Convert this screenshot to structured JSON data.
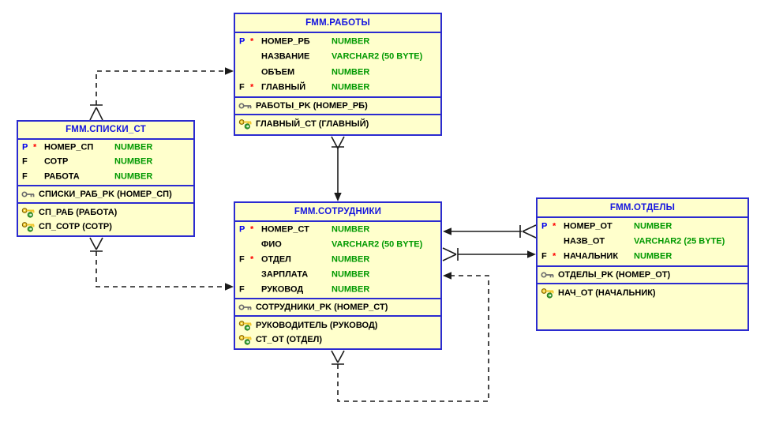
{
  "diagram": {
    "colors": {
      "table_fill": "#FFFFCC",
      "table_border": "#2B2BD0",
      "title_text": "#1515DF",
      "column_name": "#000000",
      "column_type": "#009900",
      "required_marker": "#FF0000",
      "relationship_line": "#1b1b1b"
    },
    "marker_colors": {
      "P": "#0000EE",
      "F": "#000000"
    }
  },
  "tables": [
    {
      "id": "raboty",
      "title": "FMM.РАБОТЫ",
      "columns": [
        {
          "marker": "P",
          "required": "*",
          "name": "НОМЕР_РБ",
          "type": "NUMBER"
        },
        {
          "marker": "",
          "required": "",
          "name": "НАЗВАНИЕ",
          "type": "VARCHAR2 (50 BYTE)"
        },
        {
          "marker": "",
          "required": "",
          "name": "ОБЪЕМ",
          "type": "NUMBER"
        },
        {
          "marker": "F",
          "required": "*",
          "name": "ГЛАВНЫЙ",
          "type": "NUMBER"
        }
      ],
      "pk_rows": [
        {
          "label": "РАБОТЫ_PK (НОМЕР_РБ)"
        }
      ],
      "fk_rows": [
        {
          "label": "ГЛАВНЫЙ_СТ (ГЛАВНЫЙ)"
        }
      ]
    },
    {
      "id": "spiski_st",
      "title": "FMM.СПИСКИ_СТ",
      "columns": [
        {
          "marker": "P",
          "required": "*",
          "name": "НОМЕР_СП",
          "type": "NUMBER"
        },
        {
          "marker": "F",
          "required": "",
          "name": "СОТР",
          "type": "NUMBER"
        },
        {
          "marker": "F",
          "required": "",
          "name": "РАБОТА",
          "type": "NUMBER"
        }
      ],
      "pk_rows": [
        {
          "label": "СПИСКИ_РАБ_PK (НОМЕР_СП)"
        }
      ],
      "fk_rows": [
        {
          "label": "СП_РАБ (РАБОТА)"
        },
        {
          "label": "СП_СОТР (СОТР)"
        }
      ]
    },
    {
      "id": "sotrudniki",
      "title": "FMM.СОТРУДНИКИ",
      "columns": [
        {
          "marker": "P",
          "required": "*",
          "name": "НОМЕР_СТ",
          "type": "NUMBER"
        },
        {
          "marker": "",
          "required": "",
          "name": "ФИО",
          "type": "VARCHAR2 (50 BYTE)"
        },
        {
          "marker": "F",
          "required": "*",
          "name": "ОТДЕЛ",
          "type": "NUMBER"
        },
        {
          "marker": "",
          "required": "",
          "name": "ЗАРПЛАТА",
          "type": "NUMBER"
        },
        {
          "marker": "F",
          "required": "",
          "name": "РУКОВОД",
          "type": "NUMBER"
        }
      ],
      "pk_rows": [
        {
          "label": "СОТРУДНИКИ_PK (НОМЕР_СТ)"
        }
      ],
      "fk_rows": [
        {
          "label": "РУКОВОДИТЕЛЬ (РУКОВОД)"
        },
        {
          "label": "СТ_ОТ (ОТДЕЛ)"
        }
      ]
    },
    {
      "id": "otdely",
      "title": "FMM.ОТДЕЛЫ",
      "columns": [
        {
          "marker": "P",
          "required": "*",
          "name": "НОМЕР_ОТ",
          "type": "NUMBER"
        },
        {
          "marker": "",
          "required": "",
          "name": "НАЗВ_ОТ",
          "type": "VARCHAR2 (25 BYTE)"
        },
        {
          "marker": "F",
          "required": "*",
          "name": "НАЧАЛЬНИК",
          "type": "NUMBER"
        }
      ],
      "pk_rows": [
        {
          "label": "ОТДЕЛЫ_PK (НОМЕР_ОТ)"
        }
      ],
      "fk_rows": [
        {
          "label": "НАЧ_ОТ (НАЧАЛЬНИК)"
        }
      ]
    }
  ]
}
